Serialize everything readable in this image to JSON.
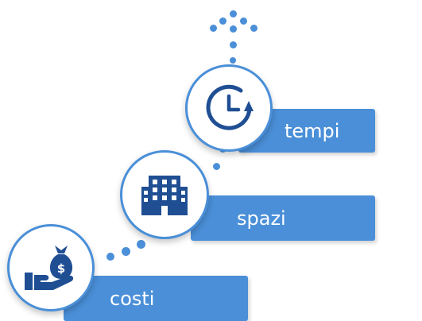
{
  "steps": [
    {
      "label": "tempi",
      "icon": "clock-icon"
    },
    {
      "label": "spazi",
      "icon": "buildings-icon"
    },
    {
      "label": "costi",
      "icon": "money-hand-icon"
    }
  ],
  "colors": {
    "accent": "#4a8fd8",
    "icon": "#1f4e93",
    "background": "#ffffff"
  }
}
